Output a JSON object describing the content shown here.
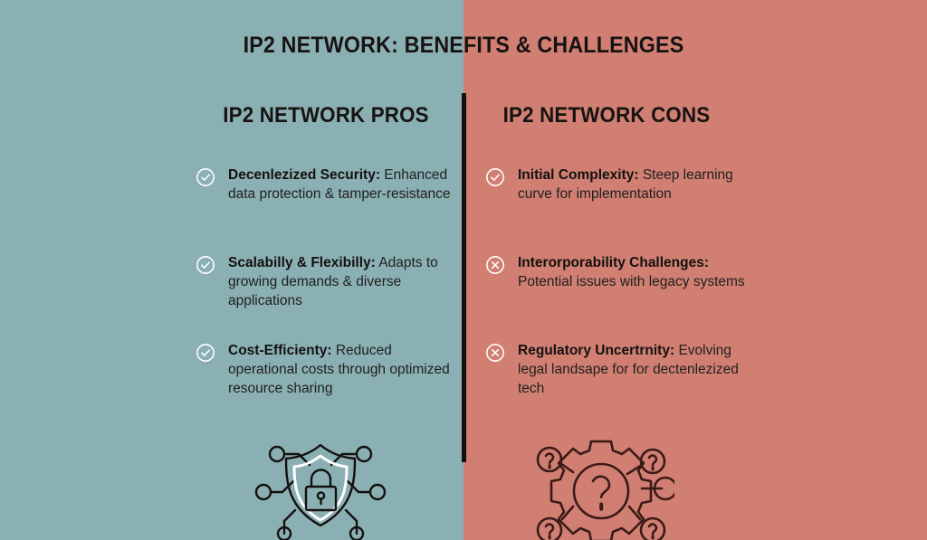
{
  "theme": {
    "left_bg": "#8BB0B3",
    "right_bg": "#D07F72",
    "divider": "#14100F",
    "heading_color": "#171312",
    "body_color": "#20201F",
    "mark_color": "#FFFFFF"
  },
  "header": {
    "title": "IP2 NETWORK: BENEFITS & CHALLENGES"
  },
  "columns": {
    "pros": {
      "title": "IP2 NETWORK PROS",
      "items": [
        {
          "icon": "check-circle-icon",
          "lead": "Decenlezized Security:",
          "body": "Enhanced data protection & tamper-resistance"
        },
        {
          "icon": "check-circle-icon",
          "lead": "Scalabilly & Flexibilly:",
          "body": "Adapts to growing demands & diverse applications"
        },
        {
          "icon": "check-circle-icon",
          "lead": "Cost-Efficienty:",
          "body": "Reduced operational costs through optimized resource sharing"
        }
      ],
      "illustration": "shield-lock-network-icon"
    },
    "cons": {
      "title": "IP2 NETWORK CONS",
      "items": [
        {
          "icon": "check-circle-icon",
          "lead": "Initial Complexity:",
          "body": "Steep learning curve for implementation"
        },
        {
          "icon": "x-circle-icon",
          "lead": "Interorporability Challenges:",
          "body": "Potential issues with legacy systems"
        },
        {
          "icon": "x-circle-icon",
          "lead": "Regulatory Uncertrnity:",
          "body": "Evolving legal landsape for for dectenlezized tech"
        }
      ],
      "illustration": "gear-question-network-icon"
    }
  }
}
